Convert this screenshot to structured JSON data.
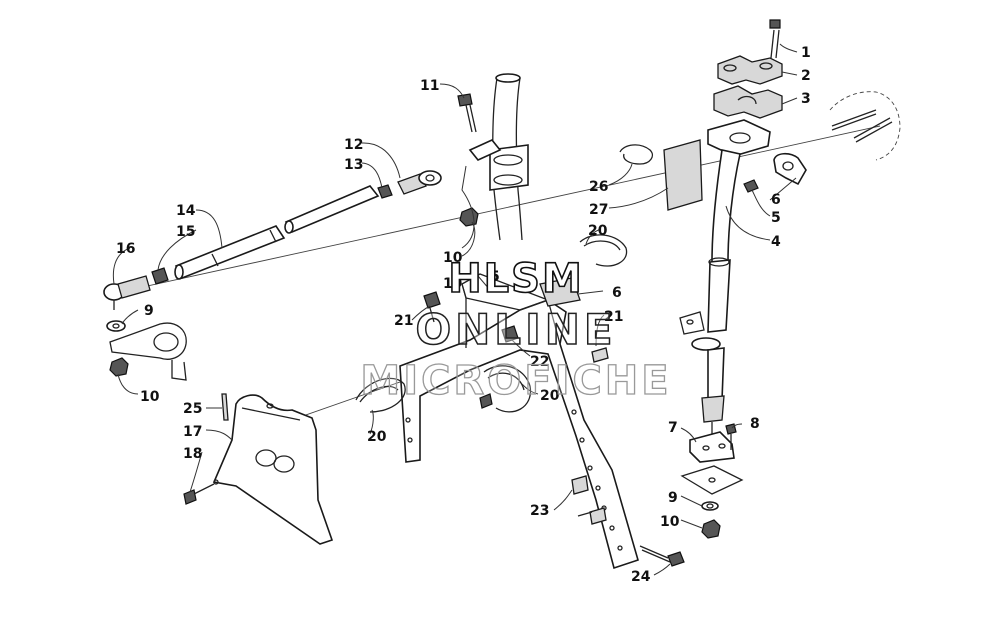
{
  "watermark": {
    "line1": "HLSM",
    "line2": "ONLINE",
    "line3": "MICROFICHE"
  },
  "callouts": [
    {
      "id": "c1",
      "label": "1"
    },
    {
      "id": "c2",
      "label": "2"
    },
    {
      "id": "c3",
      "label": "3"
    },
    {
      "id": "c4",
      "label": "4"
    },
    {
      "id": "c5a",
      "label": "5"
    },
    {
      "id": "c5b",
      "label": "5"
    },
    {
      "id": "c6a",
      "label": "6"
    },
    {
      "id": "c6b",
      "label": "6"
    },
    {
      "id": "c7",
      "label": "7"
    },
    {
      "id": "c8",
      "label": "8"
    },
    {
      "id": "c9a",
      "label": "9"
    },
    {
      "id": "c9b",
      "label": "9"
    },
    {
      "id": "c10a",
      "label": "10"
    },
    {
      "id": "c10b",
      "label": "10"
    },
    {
      "id": "c10c",
      "label": "10"
    },
    {
      "id": "c11",
      "label": "11"
    },
    {
      "id": "c12",
      "label": "12"
    },
    {
      "id": "c13",
      "label": "13"
    },
    {
      "id": "c14",
      "label": "14"
    },
    {
      "id": "c15",
      "label": "15"
    },
    {
      "id": "c16",
      "label": "16"
    },
    {
      "id": "c17",
      "label": "17"
    },
    {
      "id": "c18",
      "label": "18"
    },
    {
      "id": "c19",
      "label": "19"
    },
    {
      "id": "c20a",
      "label": "20"
    },
    {
      "id": "c20b",
      "label": "20"
    },
    {
      "id": "c20c",
      "label": "20"
    },
    {
      "id": "c21a",
      "label": "21"
    },
    {
      "id": "c21b",
      "label": "21"
    },
    {
      "id": "c22",
      "label": "22"
    },
    {
      "id": "c23",
      "label": "23"
    },
    {
      "id": "c24",
      "label": "24"
    },
    {
      "id": "c25",
      "label": "25"
    },
    {
      "id": "c26",
      "label": "26"
    },
    {
      "id": "c27",
      "label": "27"
    }
  ]
}
